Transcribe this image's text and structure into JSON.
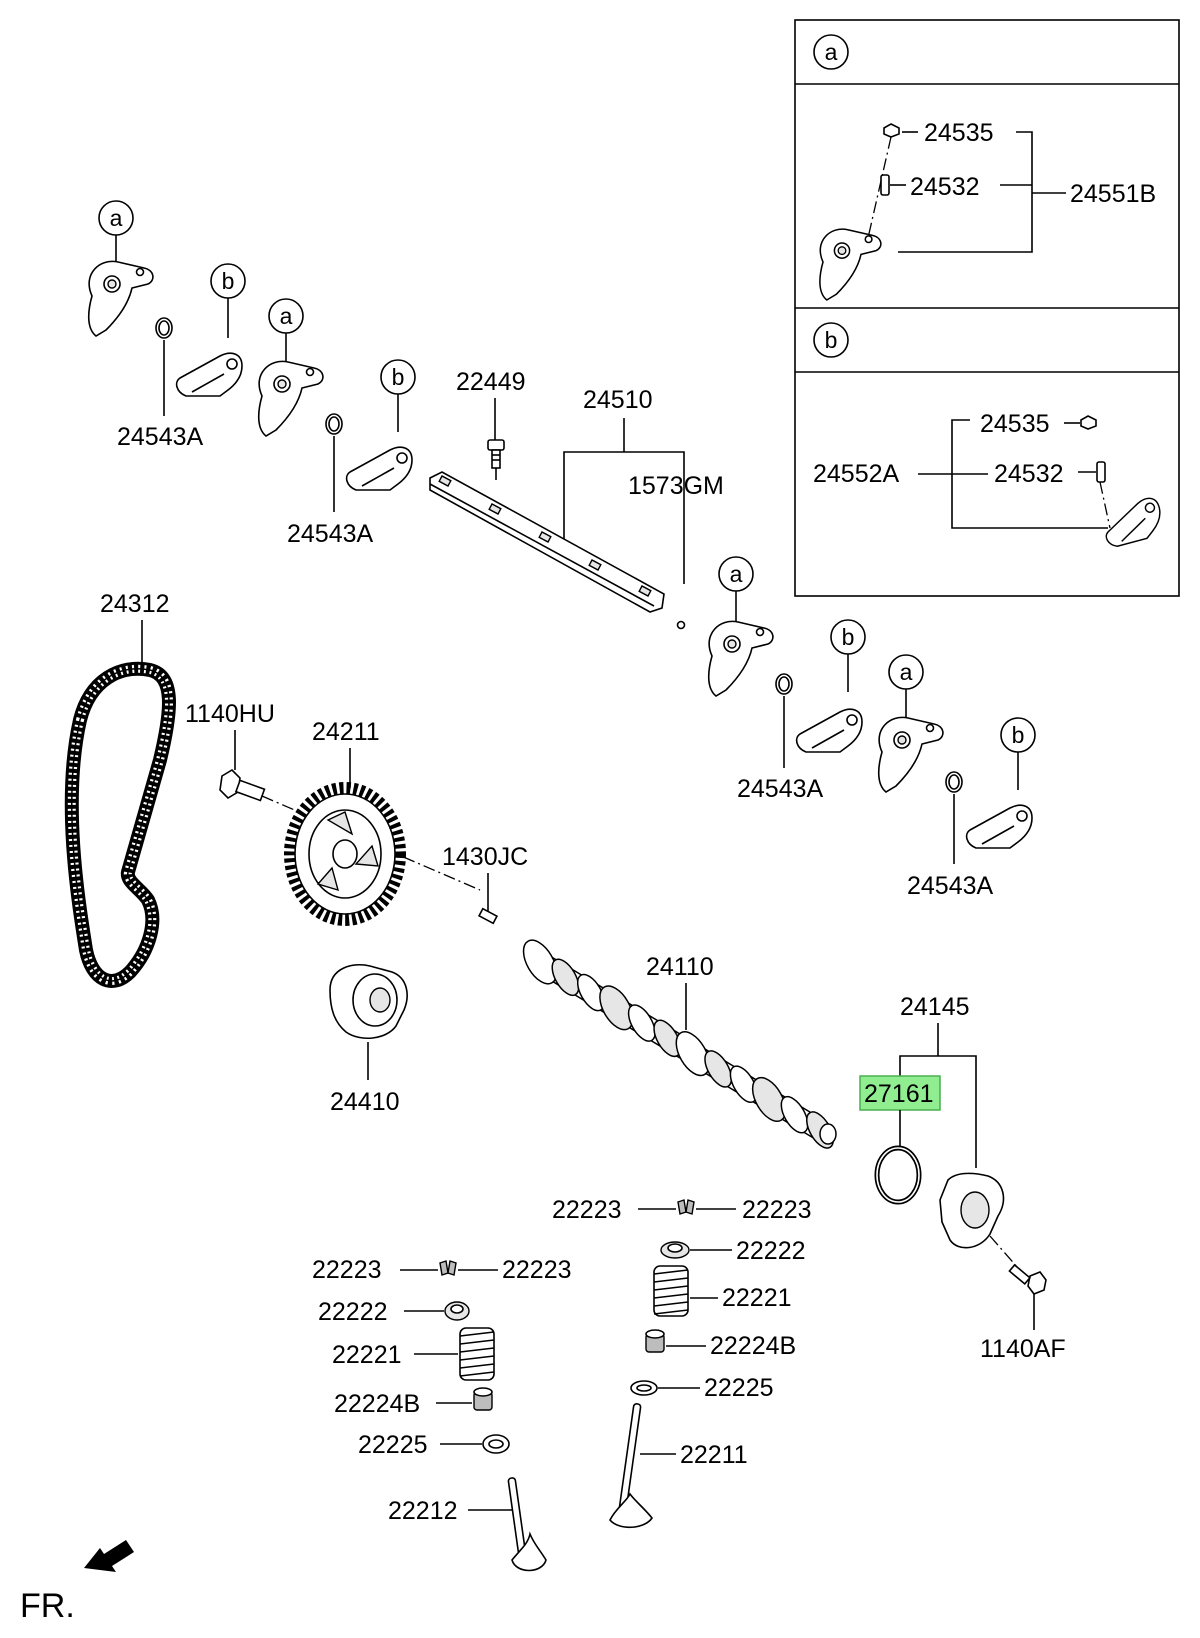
{
  "highlight_color": "#90ee90",
  "inset": {
    "a": {
      "badge": "a",
      "labels": {
        "nut": "24535",
        "screw": "24532",
        "assembly": "24551B"
      }
    },
    "b": {
      "badge": "b",
      "labels": {
        "nut": "24535",
        "screw": "24532",
        "assembly": "24552A"
      }
    }
  },
  "badges": {
    "a": "a",
    "b": "b"
  },
  "parts": {
    "p24543A_1": "24543A",
    "p24543A_2": "24543A",
    "p24543A_3": "24543A",
    "p24543A_4": "24543A",
    "p22449": "22449",
    "p24510": "24510",
    "p1573GM": "1573GM",
    "p24312": "24312",
    "p1140HU": "1140HU",
    "p24211": "24211",
    "p1430JC": "1430JC",
    "p24110": "24110",
    "p24410": "24410",
    "p24145": "24145",
    "p27161": "27161",
    "p1140AF": "1140AF",
    "p22223_1": "22223",
    "p22223_2": "22223",
    "p22223_3": "22223",
    "p22223_4": "22223",
    "p22222_1": "22222",
    "p22222_2": "22222",
    "p22221_1": "22221",
    "p22221_2": "22221",
    "p22224B_1": "22224B",
    "p22224B_2": "22224B",
    "p22225_1": "22225",
    "p22225_2": "22225",
    "p22211": "22211",
    "p22212": "22212"
  },
  "front_marker": "FR."
}
